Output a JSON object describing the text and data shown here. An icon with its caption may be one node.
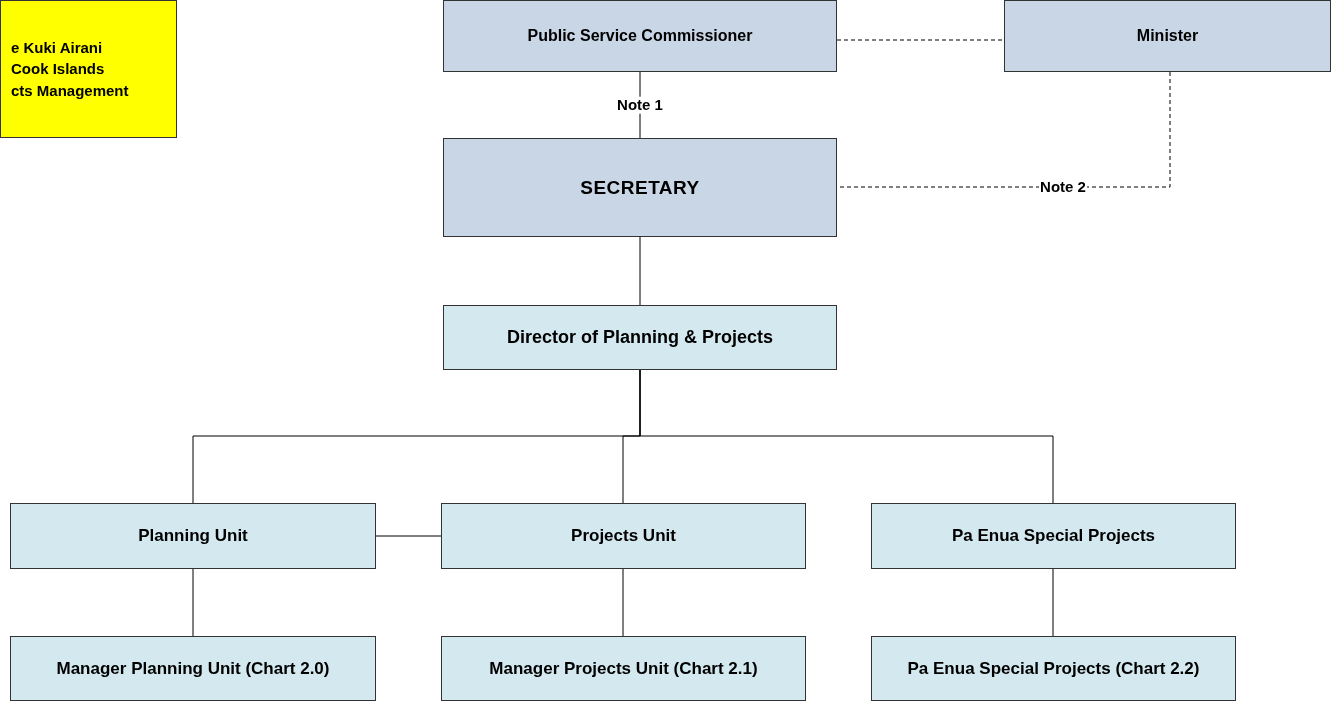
{
  "diagram": {
    "nodes": [
      {
        "text": [
          "e Kuki Airani",
          "Cook Islands",
          "cts Management"
        ]
      },
      {
        "text": [
          "Public Service Commissioner"
        ]
      },
      {
        "text": [
          "Minister"
        ]
      },
      {
        "text": [
          "SECRETARY"
        ]
      },
      {
        "text": [
          "Director of Planning & Projects"
        ]
      },
      {
        "text": [
          "Planning Unit"
        ]
      },
      {
        "text": [
          "Projects Unit"
        ]
      },
      {
        "text": [
          "Pa Enua Special Projects"
        ]
      },
      {
        "text": [
          "Manager Planning Unit (Chart 2.0)"
        ]
      },
      {
        "text": [
          "Manager Projects Unit (Chart 2.1)"
        ]
      },
      {
        "text": [
          "Pa Enua Special Projects (Chart 2.2)"
        ]
      }
    ],
    "edges": [
      {
        "from": 1,
        "to": 2,
        "arrow": "none",
        "style": "dashed"
      },
      {
        "from": 1,
        "to": 3,
        "arrow": "none",
        "label": "Note 1"
      },
      {
        "from": 2,
        "to": 3,
        "arrow": "none",
        "style": "dashed",
        "label": "Note 2"
      },
      {
        "from": 3,
        "to": 4,
        "arrow": "none"
      },
      {
        "from": 4,
        "to": 5,
        "arrow": "none"
      },
      {
        "from": 4,
        "to": 6,
        "arrow": "none"
      },
      {
        "from": 4,
        "to": 7,
        "arrow": "none"
      },
      {
        "from": 5,
        "to": 6,
        "arrow": "none"
      },
      {
        "from": 5,
        "to": 8,
        "arrow": "none"
      },
      {
        "from": 6,
        "to": 9,
        "arrow": "none"
      },
      {
        "from": 7,
        "to": 10,
        "arrow": "none"
      }
    ]
  }
}
